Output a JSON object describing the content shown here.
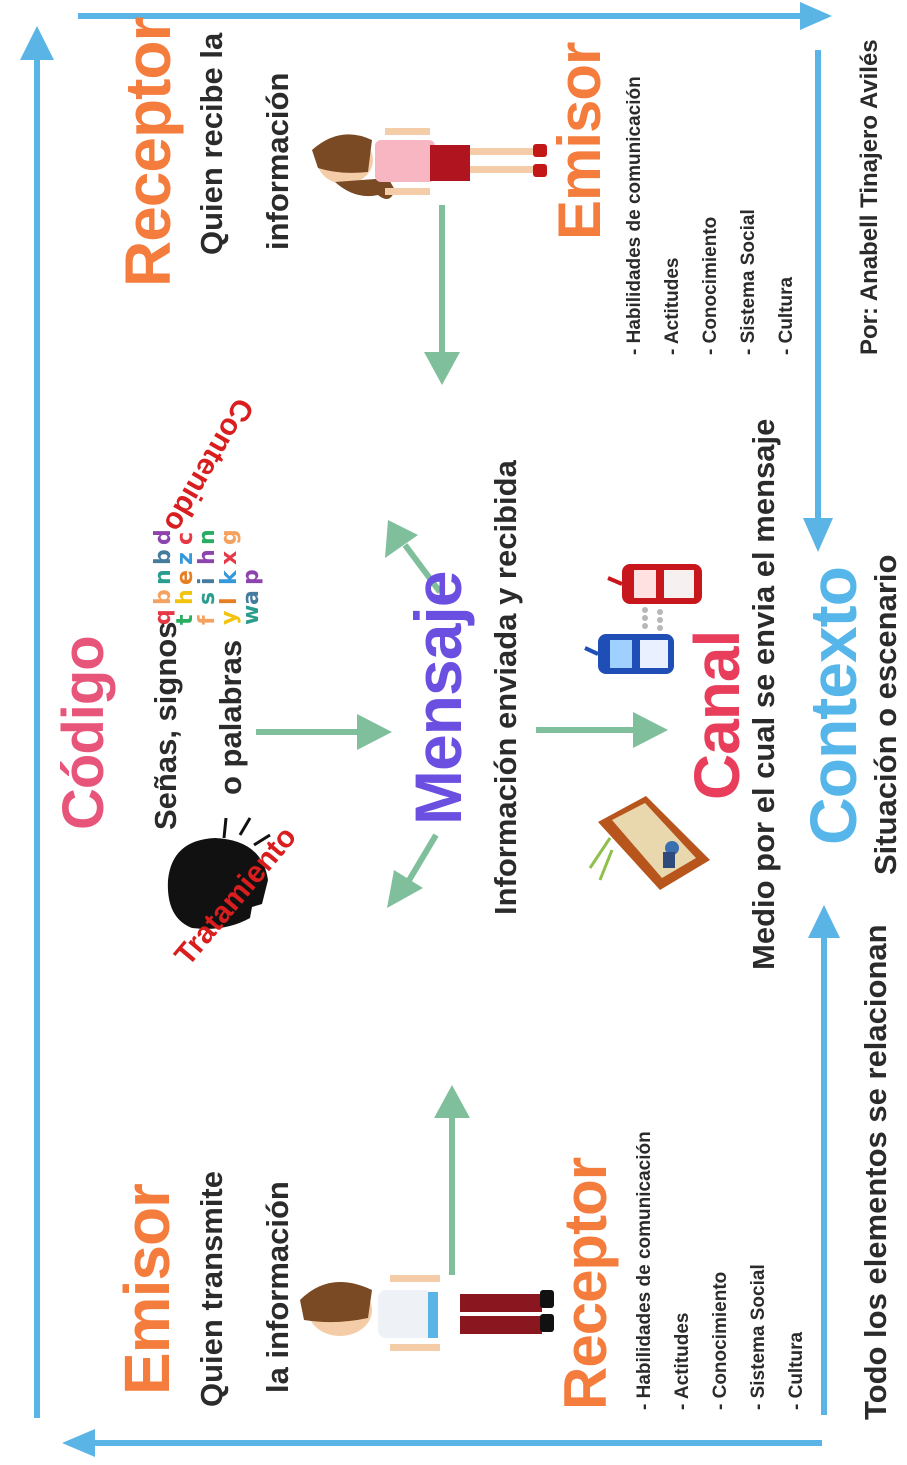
{
  "colors": {
    "frame_arrow": "#5ab4e6",
    "inner_arrow": "#7fbf9b",
    "orange_title": "#f47c3c",
    "codigo_title": "#e8557a",
    "mensaje_title": "#6b4fe0",
    "canal_title": "#e83e5c",
    "contexto_title": "#56b6ea",
    "red_label": "#d81e1e",
    "body_text": "#2b2b2b"
  },
  "emisor_left": {
    "title": "Emisor",
    "desc_line1": "Quien transmite",
    "desc_line2": "la información",
    "icon": "boy-figure-icon"
  },
  "receptor_left": {
    "title": "Receptor",
    "list": [
      "- Habilidades de comunicación",
      "- Actitudes",
      "- Conocimiento",
      "- Sistema Social",
      "- Cultura"
    ]
  },
  "receptor_right": {
    "title": "Receptor",
    "desc_line1": "Quien recibe la",
    "desc_line2": "información",
    "icon": "girl-figure-icon"
  },
  "emisor_right": {
    "title": "Emisor",
    "list": [
      "- Habilidades de comunicación",
      "- Actitudes",
      "- Conocimiento",
      "- Sistema Social",
      "- Cultura"
    ]
  },
  "codigo": {
    "title": "Código",
    "desc_line1": "Señas, signos",
    "desc_line2": "o palabras",
    "icons": [
      "speaking-head-icon",
      "alphabet-letters-icon"
    ]
  },
  "mensaje": {
    "title": "Mensaje",
    "desc": "Información enviada y recibida"
  },
  "tratamiento": "Tratamiento",
  "contenido": "Contenido",
  "canal": {
    "title": "Canal",
    "desc": "Medio por el cual se envia el mensaje",
    "icons": [
      "television-icon",
      "mobile-phone-blue-icon",
      "mobile-phone-red-icon"
    ]
  },
  "contexto": {
    "title": "Contexto",
    "desc": "Situación o escenario"
  },
  "footer": "Todo los elementos se relacionan",
  "author": "Por: Anabell Tinajero Avilés",
  "alphabet_letters": [
    "q",
    "b",
    "n",
    "b",
    "d",
    "t",
    "h",
    "e",
    "z",
    "c",
    "f",
    "s",
    "i",
    "h",
    "n",
    "y",
    "l",
    "k",
    "x",
    "g",
    "w",
    "a",
    "p"
  ]
}
